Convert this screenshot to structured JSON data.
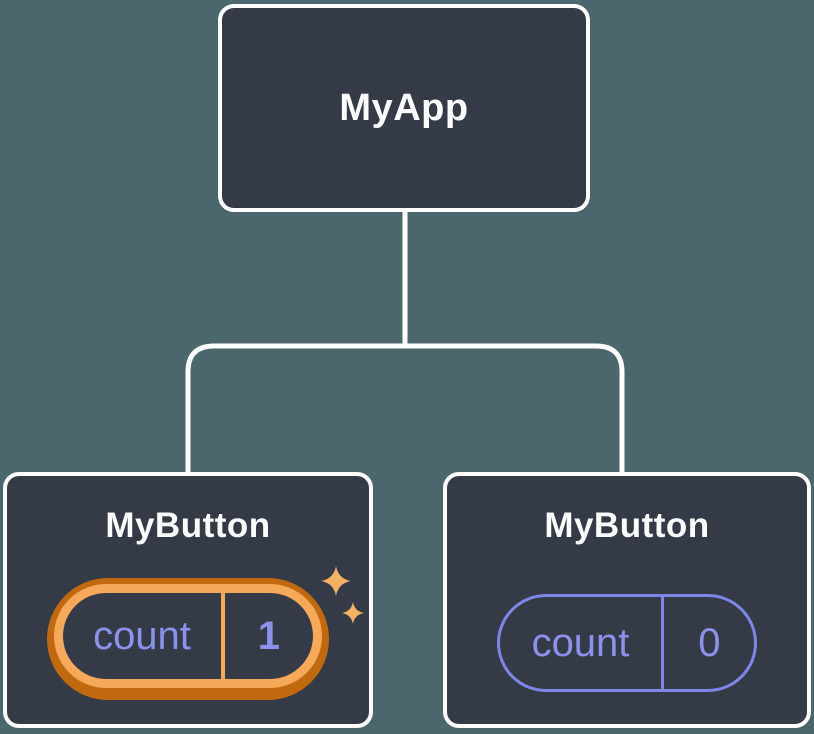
{
  "root_node": {
    "label": "MyApp"
  },
  "child_nodes": [
    {
      "label": "MyButton",
      "state": {
        "key": "count",
        "value": "1"
      },
      "highlighted": true
    },
    {
      "label": "MyButton",
      "state": {
        "key": "count",
        "value": "0"
      },
      "highlighted": false
    }
  ],
  "icons": {
    "sparkles": "sparkles-icon"
  },
  "colors": {
    "background": "#4C666E",
    "node_fill": "#343B46",
    "node_border": "#FFFFFF",
    "state_text": "#8B91EC",
    "pill_outline": "#7E87E7",
    "highlight_orange": "#F7A95A",
    "highlight_orange_dark": "#C0690F",
    "sparkle": "#F3B163"
  }
}
